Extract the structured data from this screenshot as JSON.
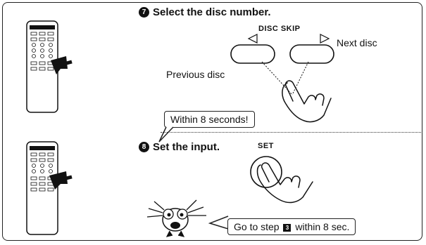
{
  "step1": {
    "number": "7",
    "title": "Select the disc number.",
    "button_group_label": "DISC SKIP",
    "next_label": "Next disc",
    "previous_label": "Previous disc"
  },
  "callout_top": {
    "text": "Within 8 seconds!"
  },
  "step2": {
    "number": "8",
    "title": "Set the input.",
    "button_label": "SET"
  },
  "callout_bottom": {
    "text_before": "Go to step",
    "step_badge": "3",
    "text_after": "within 8 sec."
  }
}
